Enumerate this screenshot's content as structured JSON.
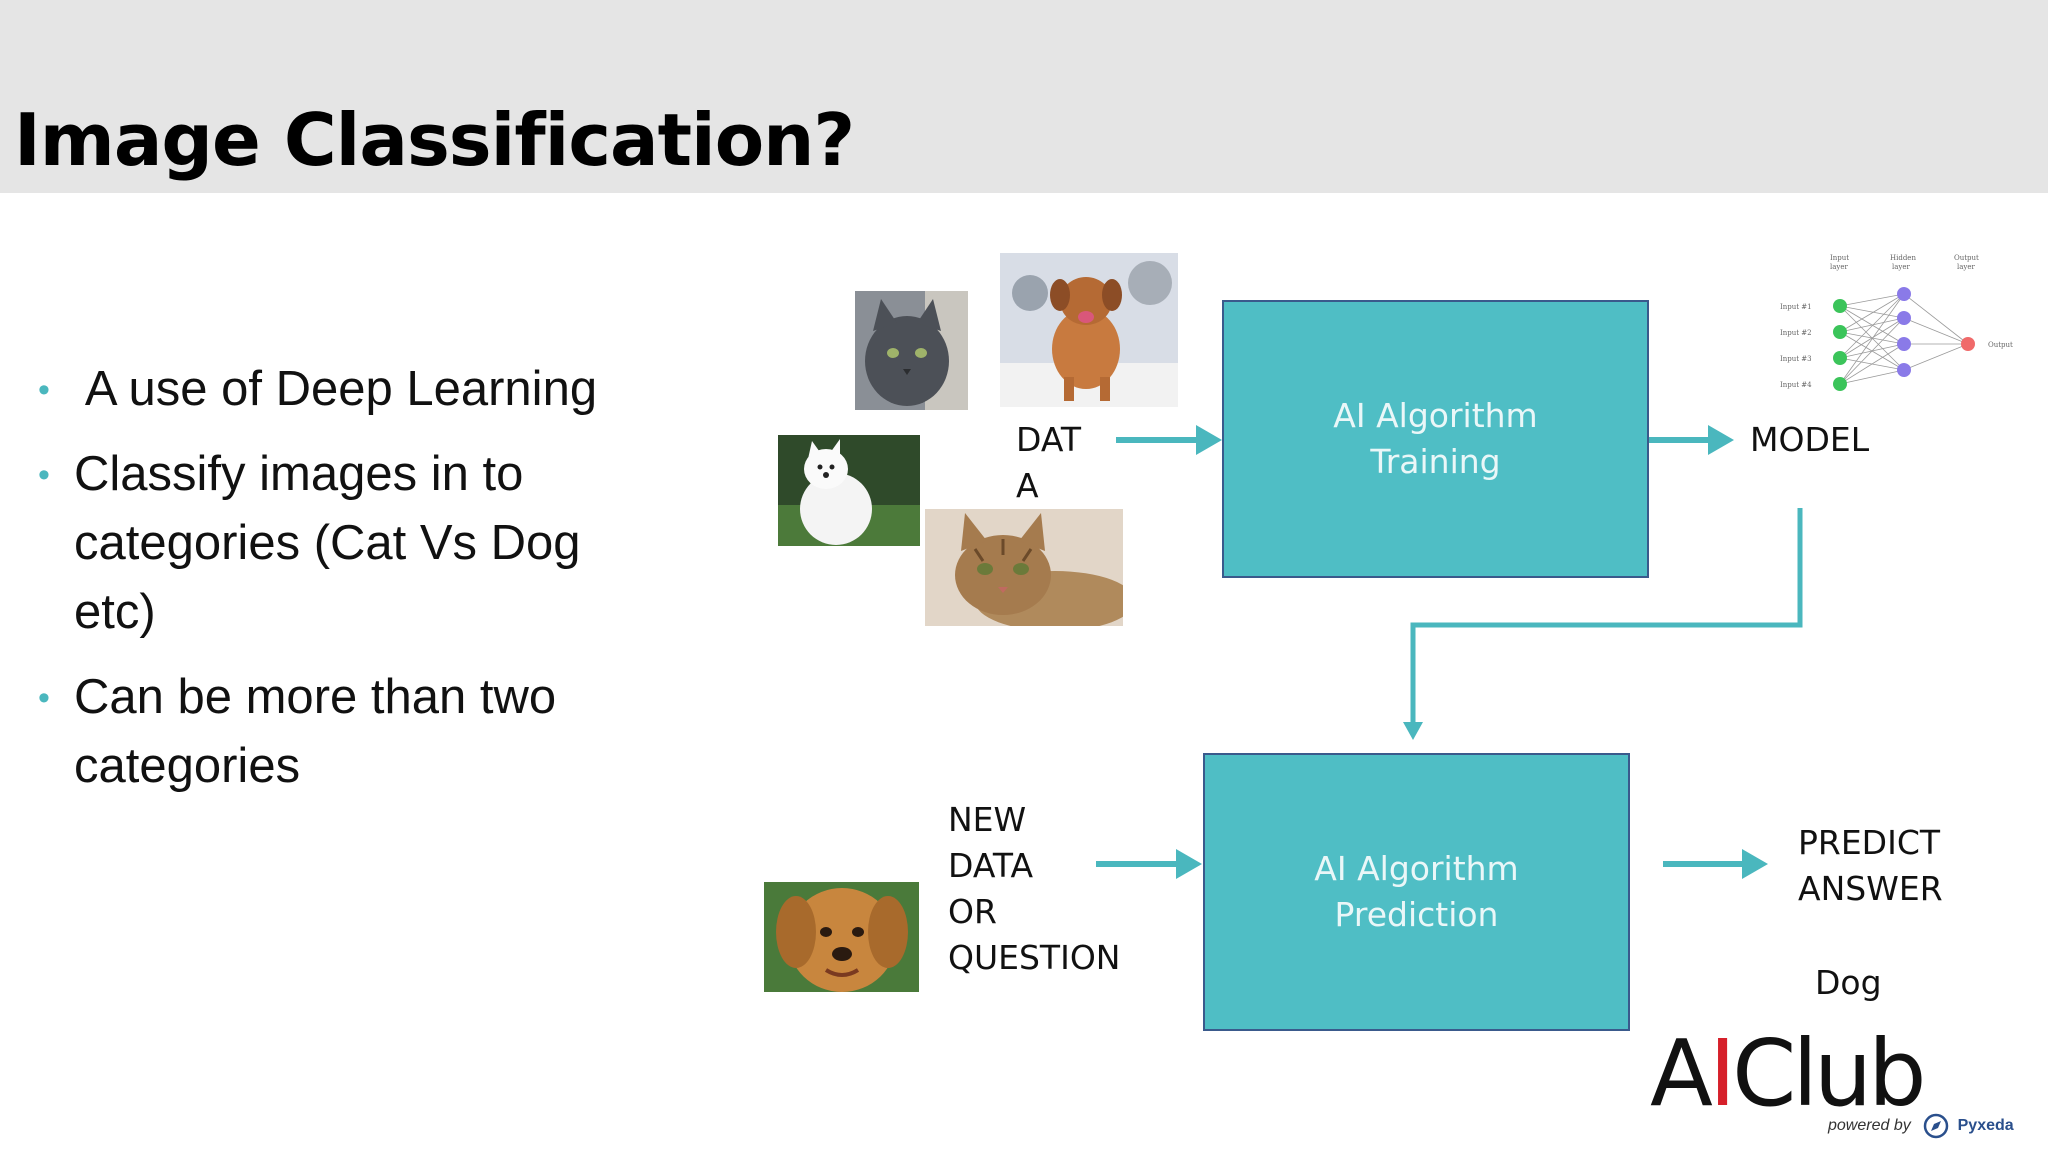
{
  "slide": {
    "title": "Image Classification?",
    "bullets": [
      " A use of Deep Learning",
      "Classify images in to categories (Cat Vs Dog etc)",
      "Can be more than two categories"
    ]
  },
  "diagram": {
    "data_label": "DAT\nA",
    "training_box": [
      "AI Algorithm",
      "Training"
    ],
    "model_label": "MODEL",
    "new_data_label": "NEW\nDATA\nOR\nQUESTION",
    "prediction_box": [
      "AI Algorithm",
      "Prediction"
    ],
    "predict_label": "PREDICT\nANSWER",
    "answer_label": "Dog",
    "network_labels": {
      "layers": [
        "Input\nlayer",
        "Hidden\nlayer",
        "Output\nlayer"
      ],
      "inputs": [
        "Input #1",
        "Input #2",
        "Input #3",
        "Input #4"
      ],
      "output": "Output"
    }
  },
  "logo": {
    "main_left": "A",
    "main_accent": "I",
    "main_right": "Club",
    "powered_by": "powered by",
    "brand": "Pyxeda"
  },
  "colors": {
    "accent_teal": "#4fbec5",
    "arrow": "#4ab7be",
    "header_bg": "#e5e5e5",
    "logo_red": "#d6202a"
  },
  "icons": [
    "cat-photo",
    "dog-photo",
    "neural-network-icon",
    "compass-icon"
  ]
}
